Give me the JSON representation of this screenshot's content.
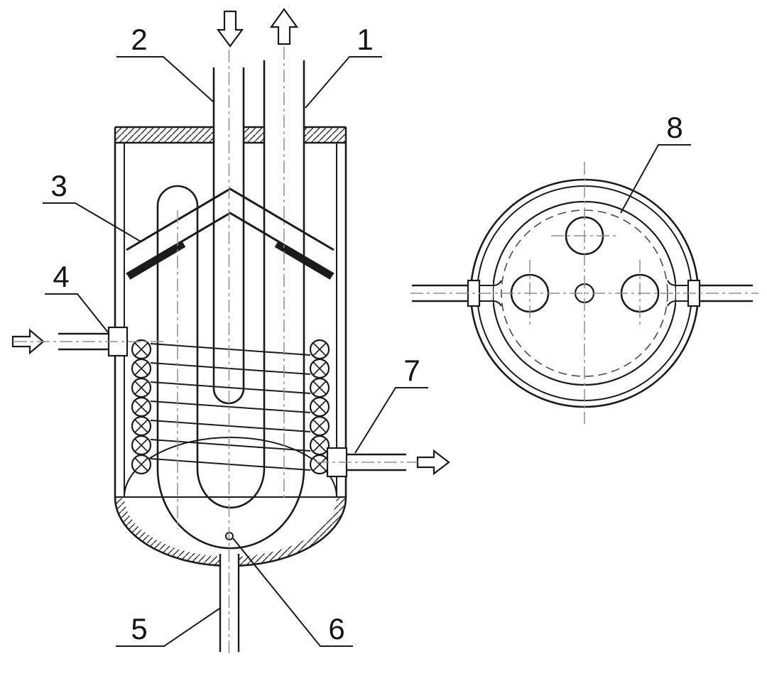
{
  "page": {
    "background": "#ffffff"
  },
  "drawing": {
    "line_color": "#1b1b1b",
    "centerline_color": "#8f8f8f",
    "hatch_color": "#333333",
    "labels": {
      "n1": "1",
      "n2": "2",
      "n3": "3",
      "n4": "4",
      "n5": "5",
      "n6": "6",
      "n7": "7",
      "n8": "8"
    },
    "flow_icons": {
      "top_inlet": "arrow-down",
      "top_outlet": "arrow-up",
      "side_inlet": "arrow-right",
      "side_outlet": "arrow-right"
    }
  }
}
